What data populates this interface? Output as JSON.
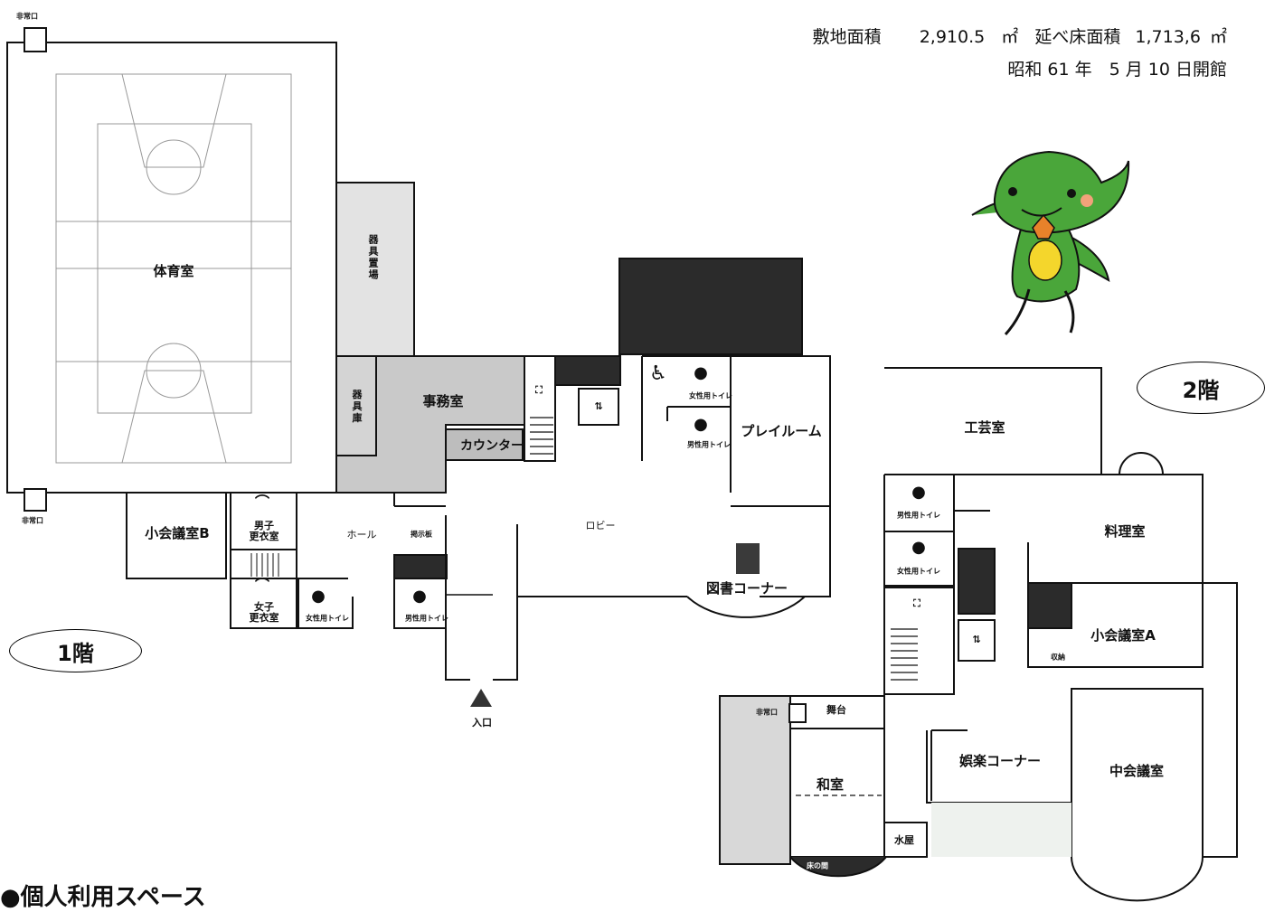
{
  "header": {
    "area_label": "敷地面積",
    "area_value": "2,910.5",
    "area_unit": "㎡",
    "floor_area_label": "延べ床面積",
    "floor_area_value": "1,713,6",
    "floor_area_unit": "㎡",
    "opened": "昭和 61 年　5 月 10 日開館"
  },
  "floors": {
    "first": "1階",
    "second": "2階"
  },
  "rooms_1f": {
    "gym": "体育室",
    "equipment_storage": "器具置場",
    "equipment_room": "器具庫",
    "office": "事務室",
    "counter": "カウンター",
    "play_room": "プレイルーム",
    "lobby": "ロビー",
    "library": "図書コーナー",
    "meeting_b": "小会議室B",
    "hall": "ホール",
    "mens_changing": "男子\n更衣室",
    "womens_changing": "女子\n更衣室",
    "entrance": "入口",
    "emergency_exit": "非常口",
    "womens_toilet": "女性用トイレ",
    "mens_toilet": "男性用トイレ",
    "multi_toilet": "多目的トイレ",
    "notice": "掲示板"
  },
  "rooms_2f": {
    "craft": "工芸室",
    "cooking": "料理室",
    "meeting_a": "小会議室A",
    "meeting_mid": "中会議室",
    "stage": "舞台",
    "japanese": "和室",
    "entertainment": "娯楽コーナー",
    "water": "水屋",
    "alcove": "床の間",
    "emergency_exit": "非常口",
    "mens_toilet": "男性用トイレ",
    "womens_toilet": "女性用トイレ",
    "storage": "収納"
  },
  "footer": {
    "section_title": "●個人利用スペース"
  },
  "colors": {
    "line": "#111111",
    "dark_fill": "#2b2b2b",
    "grey_fill": "#c9c9c9",
    "light_fill": "#e6e6e6",
    "mascot_green": "#4aa63a",
    "mascot_orange": "#e8822a",
    "mascot_yellow": "#f4d62c"
  },
  "icons": [
    "emergency-exit-icon",
    "toilet-person-icon",
    "wheelchair-icon",
    "elevator-icon",
    "stairs-icon",
    "hanger-icon",
    "entrance-arrow-icon"
  ]
}
